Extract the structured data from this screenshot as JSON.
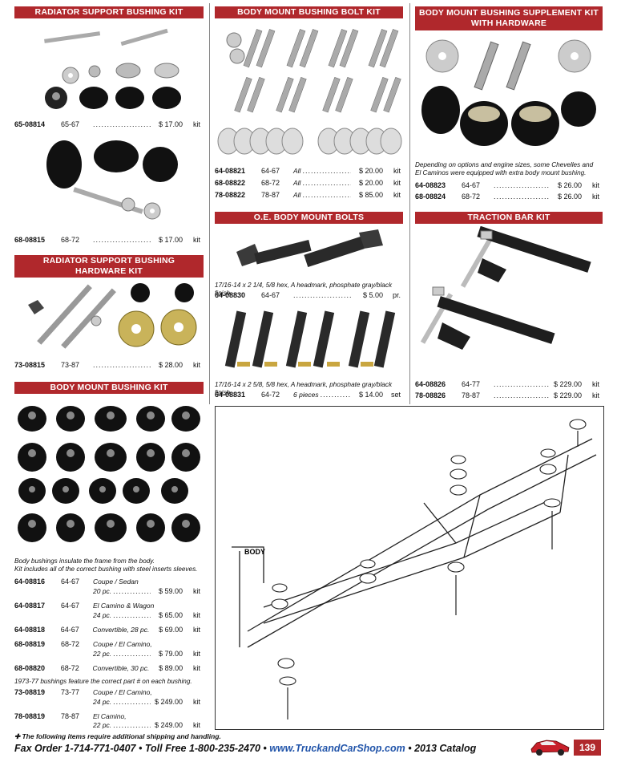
{
  "radiator_support": {
    "title": "RADIATOR SUPPORT BUSHING KIT",
    "rows": [
      {
        "part": "65-08814",
        "years": "65-67",
        "price": "$ 17.00",
        "unit": "kit"
      },
      {
        "part": "68-08815",
        "years": "68-72",
        "price": "$ 17.00",
        "unit": "kit"
      }
    ]
  },
  "radiator_hardware": {
    "title": "RADIATOR SUPPORT BUSHING HARDWARE KIT",
    "rows": [
      {
        "part": "73-08815",
        "years": "73-87",
        "price": "$ 28.00",
        "unit": "kit"
      }
    ]
  },
  "body_mount_kit": {
    "title": "BODY MOUNT BUSHING KIT",
    "note1": "Body bushings insulate the frame from the body.",
    "note2": "Kit includes all of the correct bushing with steel inserts sleeves.",
    "rows": [
      {
        "part": "64-08816",
        "years": "64-67",
        "desc1": "Coupe / Sedan",
        "desc2": "20 pc.",
        "price": "$ 59.00",
        "unit": "kit"
      },
      {
        "part": "64-08817",
        "years": "64-67",
        "desc1": "El Camino & Wagon",
        "desc2": "24 pc.",
        "price": "$ 65.00",
        "unit": "kit"
      },
      {
        "part": "64-08818",
        "years": "64-67",
        "desc1": "Convertible, 28 pc.",
        "price": "$ 69.00",
        "unit": "kit"
      },
      {
        "part": "68-08819",
        "years": "68-72",
        "desc1": "Coupe / El Camino,",
        "desc2": "22 pc.",
        "price": "$ 79.00",
        "unit": "kit"
      },
      {
        "part": "68-08820",
        "years": "68-72",
        "desc1": "Convertible, 30 pc.",
        "price": "$ 89.00",
        "unit": "kit"
      }
    ],
    "note3": "1973-77 bushings feature the correct part # on each bushing.",
    "rows2": [
      {
        "part": "73-08819",
        "years": "73-77",
        "desc1": "Coupe / El Camino,",
        "desc2": "24 pc.",
        "price": "$ 249.00",
        "unit": "kit"
      },
      {
        "part": "78-08819",
        "years": "78-87",
        "desc1": "El Camino,",
        "desc2": "22 pc.",
        "price": "$ 249.00",
        "unit": "kit"
      }
    ]
  },
  "bolt_kit": {
    "title": "BODY MOUNT BUSHING BOLT KIT",
    "rows": [
      {
        "part": "64-08821",
        "years": "64-67",
        "desc": "All",
        "price": "$ 20.00",
        "unit": "kit"
      },
      {
        "part": "68-08822",
        "years": "68-72",
        "desc": "All",
        "price": "$ 20.00",
        "unit": "kit"
      },
      {
        "part": "78-08822",
        "years": "78-87",
        "desc": "All",
        "price": "$ 85.00",
        "unit": "kit"
      }
    ]
  },
  "oe_bolts": {
    "title": "O.E. BODY MOUNT BOLTS",
    "note1": "17/16-14 x 2 1/4, 5/8 hex, A headmark, phosphate gray/black finish.",
    "row1": {
      "part": "64-08830",
      "years": "64-67",
      "price": "$ 5.00",
      "unit": "pr."
    },
    "note2": "17/16-14 x 2 5/8, 5/8 hex, A headmark, phosphate gray/black finish.",
    "row2": {
      "part": "64-08831",
      "years": "64-72",
      "desc": "6 pieces",
      "price": "$ 14.00",
      "unit": "set"
    }
  },
  "supplement": {
    "title1": "BODY MOUNT BUSHING SUPPLEMENT KIT",
    "title2": "WITH HARDWARE",
    "note1": "Depending on options and engine sizes, some Chevelles and",
    "note2": "El Caminos were equipped with extra body mount bushing.",
    "rows": [
      {
        "part": "64-08823",
        "years": "64-67",
        "price": "$ 26.00",
        "unit": "kit"
      },
      {
        "part": "68-08824",
        "years": "68-72",
        "price": "$ 26.00",
        "unit": "kit"
      }
    ]
  },
  "traction": {
    "title": "TRACTION BAR KIT",
    "rows": [
      {
        "part": "64-08826",
        "years": "64-77",
        "price": "$ 229.00",
        "unit": "kit"
      },
      {
        "part": "78-08826",
        "years": "78-87",
        "price": "$ 229.00",
        "unit": "kit"
      }
    ]
  },
  "diagram": {
    "label": "BODY"
  },
  "footer": {
    "note": "✚  The following items require additional shipping and handling.",
    "fax": "Fax Order  1-714-771-0407",
    "sep": "•",
    "toll": "Toll Free  1-800-235-2470",
    "url": "www.TruckandCarShop.com",
    "catalog": "2013 Catalog",
    "page": "139"
  }
}
